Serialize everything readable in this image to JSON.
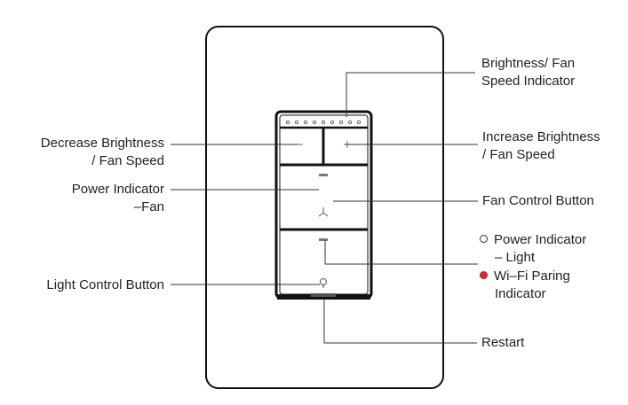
{
  "labels": {
    "indicator_line1": "Brightness/ Fan",
    "indicator_line2": "Speed Indicator",
    "decrease_line1": "Decrease Brightness",
    "decrease_line2": "/ Fan Speed",
    "increase_line1": "Increase Brightness",
    "increase_line2": "/ Fan Speed",
    "power_fan_line1": "Power Indicator",
    "power_fan_line2": "–Fan",
    "fan_control": "Fan Control Button",
    "power_light_line1": "Power Indicator",
    "power_light_line2": "– Light",
    "wifi_line1": "Wi–Fi Paring",
    "wifi_line2": "Indicator",
    "light_control": "Light Control Button",
    "restart": "Restart"
  },
  "colors": {
    "outline": "#111111",
    "leader_line": "#333333",
    "wifi_indicator": "#e0262b"
  },
  "icons": {
    "minus": "minus-icon",
    "plus": "plus-icon",
    "fan": "fan-icon",
    "bulb": "bulb-icon"
  }
}
